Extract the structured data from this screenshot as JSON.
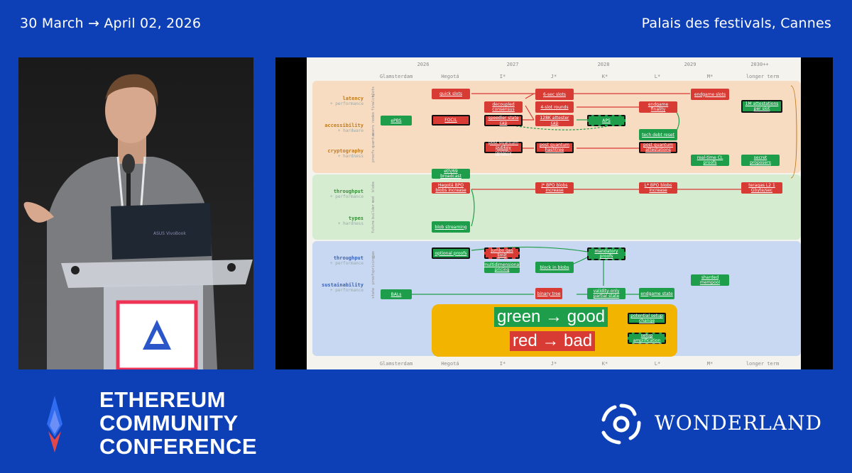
{
  "event": {
    "dates": "30 March → April 02, 2026",
    "venue": "Palais des festivals,  Cannes",
    "brand_lines": [
      "ETHEREUM",
      "COMMUNITY",
      "CONFERENCE"
    ],
    "partner": "WONDERLAND"
  },
  "colors": {
    "background": "#0d40b6",
    "good": "#1e9e4a",
    "bad": "#d83a34",
    "legend_bg": "#f3b400"
  },
  "slide": {
    "years": [
      "2026",
      "2027",
      "2028",
      "2029",
      "2030++"
    ],
    "forks": [
      "Glamsterdam",
      "Hegotá",
      "I*",
      "J*",
      "K*",
      "L*",
      "M*",
      "longer term"
    ],
    "rows": [
      {
        "label": "latency",
        "sub": "+ performance"
      },
      {
        "label": "accessibility",
        "sub": "+ hardware"
      },
      {
        "label": "cryptography",
        "sub": "+ hardness"
      },
      {
        "label": "throughput",
        "sub": "+ performance"
      },
      {
        "label": "types",
        "sub": "+ hardness"
      },
      {
        "label": "throughput",
        "sub": "+ performance"
      },
      {
        "label": "sustainability",
        "sub": "+ performance"
      }
    ],
    "side_tags": [
      "slots",
      "finality",
      "nodes",
      "users",
      "quantum",
      "proofs",
      "blobs",
      "mod",
      "builder",
      "future",
      "gas",
      "pricing",
      "proofs",
      "state"
    ],
    "items": [
      {
        "text": "ePBS",
        "status": "good"
      },
      {
        "text": "quick slots",
        "status": "bad"
      },
      {
        "text": "FOCIL",
        "status": "bad"
      },
      {
        "text": "decoupled consensus",
        "status": "bad"
      },
      {
        "text": "speedier state cap",
        "status": "bad"
      },
      {
        "text": "6-sec slots",
        "status": "bad"
      },
      {
        "text": "4-slot rounds",
        "status": "bad"
      },
      {
        "text": "128K attester cap",
        "status": "bad"
      },
      {
        "text": "APS",
        "status": "good"
      },
      {
        "text": "endgame finality",
        "status": "bad"
      },
      {
        "text": "endgame slots",
        "status": "bad"
      },
      {
        "text": "1M attestations per slot",
        "status": "good"
      },
      {
        "text": "tech debt reset",
        "status": "good"
      },
      {
        "text": "post quantum pubkey registry",
        "status": "bad"
      },
      {
        "text": "post quantum hashtree",
        "status": "bad"
      },
      {
        "text": "post quantum attestations",
        "status": "bad"
      },
      {
        "text": "real-time CL proofs",
        "status": "good"
      },
      {
        "text": "secret proposers",
        "status": "good"
      },
      {
        "text": "eth/69 broadcast",
        "status": "good"
      },
      {
        "text": "Hegotá BPO blobs increase",
        "status": "bad"
      },
      {
        "text": "J* BPO blobs increase",
        "status": "bad"
      },
      {
        "text": "L* BPO blobs increase",
        "status": "bad"
      },
      {
        "text": "teragas L2 1 Gbyte/sec",
        "status": "bad"
      },
      {
        "text": "blob streaming",
        "status": "good"
      },
      {
        "text": "optional proofs",
        "status": "good"
      },
      {
        "text": "Jumbo gas limit",
        "status": "bad"
      },
      {
        "text": "multidimensional pricing",
        "status": "good"
      },
      {
        "text": "mandatory proofs",
        "status": "good"
      },
      {
        "text": "block in blobs",
        "status": "good"
      },
      {
        "text": "sharded mempool",
        "status": "good"
      },
      {
        "text": "BALs",
        "status": "good"
      },
      {
        "text": "binary tree",
        "status": "bad"
      },
      {
        "text": "validity-only partial state",
        "status": "good"
      },
      {
        "text": "endgame state",
        "status": "good"
      }
    ],
    "legend": {
      "good": "green → good",
      "bad": "red → bad",
      "potential": "potential setup change",
      "setup": "setup amplification"
    }
  }
}
